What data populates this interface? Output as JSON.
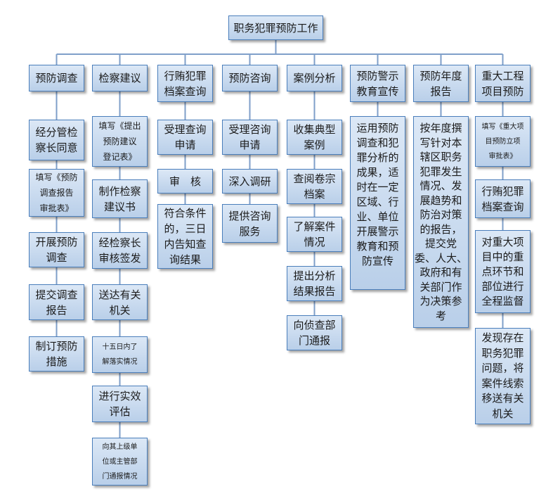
{
  "title": "职务犯罪预防工作",
  "colors": {
    "box_border": "#4a7ebb",
    "box_top": "#dce8f6",
    "box_bottom": "#b9cfe9",
    "line": "#7f9fc9"
  },
  "columns": [
    {
      "header": "预防调查",
      "steps": [
        "经分管检\n察长同意",
        "填写《预防\n调查报告\n审批表》",
        "开展预防\n调查",
        "提交调查\n报告",
        "制订预防\n措施"
      ]
    },
    {
      "header": "检察建议",
      "steps": [
        "填写《提出\n预防建议\n登记表》",
        "制作检察\n建议书",
        "经检察长\n审核签发",
        "送达有关\n机关",
        "十五日内了\n解落实情况",
        "进行实效\n评估",
        "向其上级单\n位或主管部\n门通报情况"
      ]
    },
    {
      "header": "行贿犯罪\n档案查询",
      "steps": [
        "受理查询\n申请",
        "审　核",
        "符合条件\n的，三日\n内告知查\n询结果"
      ]
    },
    {
      "header": "预防咨询",
      "steps": [
        "受理咨询\n申请",
        "深入调研",
        "提供咨询\n服务"
      ]
    },
    {
      "header": "案例分析",
      "steps": [
        "收集典型\n案例",
        "查阅卷宗\n档案",
        "了解案件\n情况",
        "提出分析\n结果报告",
        "向侦查部\n门通报"
      ]
    },
    {
      "header": "预防警示\n教育宣传",
      "steps": [
        "运用预防\n调查和犯\n罪分析的\n成果，适\n时在一定\n区域、行\n业、单位\n开展警示\n教育和预\n防宣传"
      ]
    },
    {
      "header": "预防年度\n报告",
      "steps": [
        "按年度撰\n写针对本\n辖区职务\n犯罪发生\n情况、发\n展趋势和\n防治对策\n的报告，\n提交党\n委、人大、\n政府和有\n关部门作\n为决策参\n考"
      ]
    },
    {
      "header": "重大工程\n项目预防",
      "steps": [
        "填写《重大项\n目预防立项\n审批表》",
        "行贿犯罪\n档案查询",
        "对重大项\n目中的重\n点环节和\n部位进行\n全程监督",
        "发现存在\n职务犯罪\n问题，将\n案件线索\n移送有关\n机关"
      ]
    }
  ]
}
